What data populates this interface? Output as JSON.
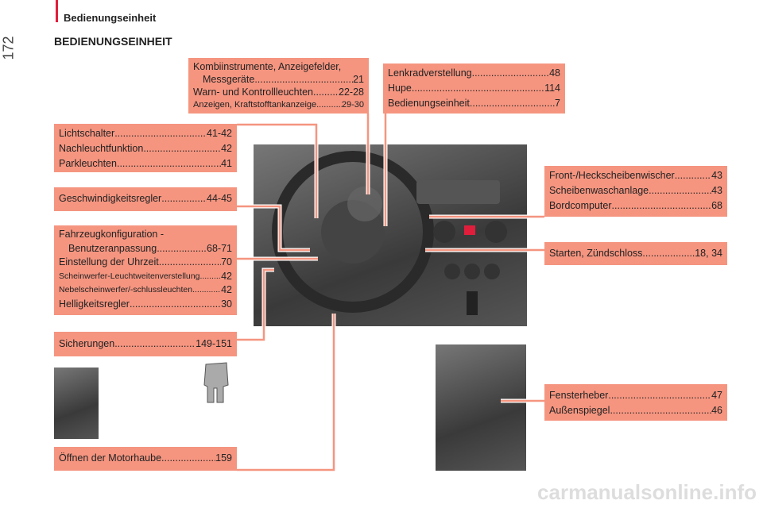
{
  "header": {
    "section": "Bedienungseinheit",
    "page_number": "172",
    "title": "BEDIENUNGSEINHEIT"
  },
  "boxes": {
    "instruments": [
      {
        "label": "Kombiinstrumente, Anzeigefelder,",
        "page": ""
      },
      {
        "label": "Messgeräte",
        "page": "21"
      },
      {
        "label": "Warn- und Kontrollleuchten",
        "page": "22-28"
      },
      {
        "label": "Anzeigen, Kraftstofftankanzeige",
        "page": "29-30"
      }
    ],
    "steering": [
      {
        "label": "Lenkradverstellung",
        "page": "48"
      },
      {
        "label": "Hupe",
        "page": "114"
      },
      {
        "label": "Bedienungseinheit",
        "page": "7"
      }
    ],
    "lights": [
      {
        "label": "Lichtschalter",
        "page": "41-42"
      },
      {
        "label": "Nachleuchtfunktion",
        "page": "42"
      },
      {
        "label": "Parkleuchten",
        "page": "41"
      }
    ],
    "cruise": [
      {
        "label": "Geschwindigkeitsregler",
        "page": "44-45"
      }
    ],
    "config": [
      {
        "label": "Fahrzeugkonfiguration -",
        "page": ""
      },
      {
        "label": "Benutzeranpassung",
        "page": "68-71"
      },
      {
        "label": "Einstellung der Uhrzeit",
        "page": "70"
      },
      {
        "label": "Scheinwerfer-Leuchtweitenverstellung",
        "page": "42"
      },
      {
        "label": "Nebelscheinwerfer/-schlussleuchten",
        "page": "42"
      },
      {
        "label": "Helligkeitsregler",
        "page": "30"
      }
    ],
    "fuses": [
      {
        "label": "Sicherungen",
        "page": "149-151"
      }
    ],
    "bonnet": [
      {
        "label": "Öffnen der Motorhaube",
        "page": "159"
      }
    ],
    "wipers": [
      {
        "label": "Front-/Heckscheibenwischer",
        "page": "43"
      },
      {
        "label": "Scheibenwaschanlage",
        "page": "43"
      },
      {
        "label": "Bordcomputer",
        "page": "68"
      }
    ],
    "ignition": [
      {
        "label": "Starten, Zündschloss",
        "page": "18, 34"
      }
    ],
    "windows": [
      {
        "label": "Fensterheber",
        "page": "47"
      },
      {
        "label": "Außenspiegel",
        "page": "46"
      }
    ]
  },
  "watermark": "carmanualsonline.info",
  "colors": {
    "box": "#f59580",
    "accent": "#e01e3c"
  }
}
